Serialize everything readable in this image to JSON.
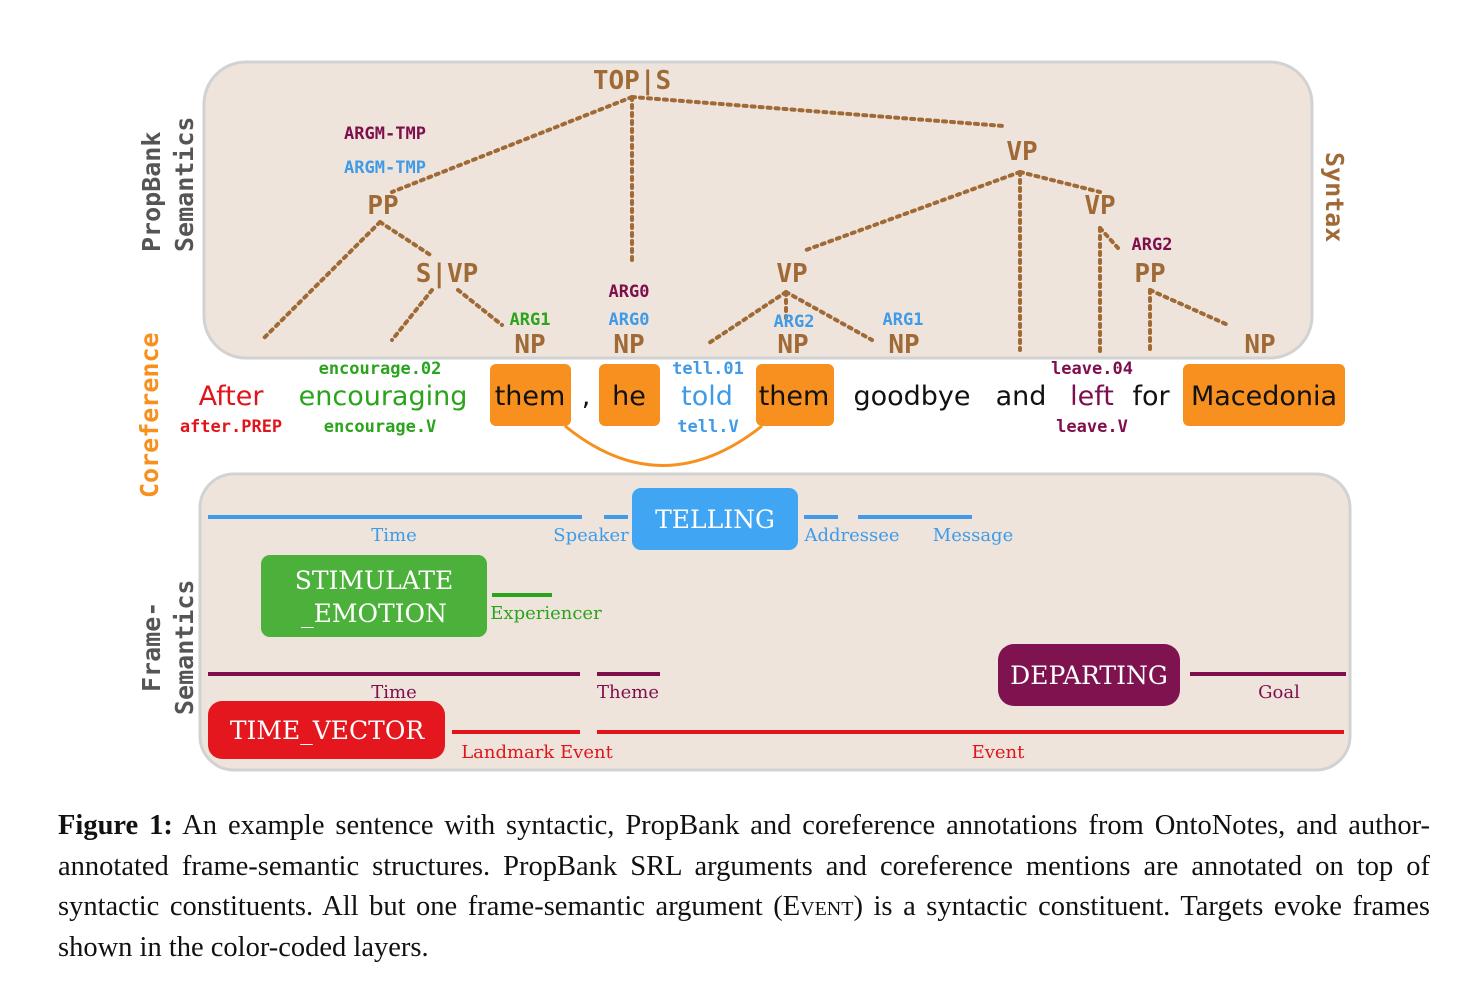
{
  "syntax": {
    "top": "TOP|S",
    "vp_main": "VP",
    "vp_inner": "VP",
    "pp": "PP",
    "svp": "S|VP",
    "np_them": "NP",
    "np_he": "NP",
    "vp_told": "VP",
    "np_them2": "NP",
    "np_goodbye": "NP",
    "pp_for": "PP",
    "np_macedonia": "NP",
    "side_label": "Syntax"
  },
  "propbank": {
    "side_label_line1": "PropBank",
    "side_label_line2": "Semantics",
    "argm_tmp_leave": "ARGM-TMP",
    "argm_tmp_tell": "ARGM-TMP",
    "arg1_them": "ARG1",
    "arg0_leave": "ARG0",
    "arg0_tell": "ARG0",
    "arg2_them": "ARG2",
    "arg1_goodbye": "ARG1",
    "arg2_for": "ARG2",
    "encourage_sense": "encourage.02",
    "tell_sense": "tell.01",
    "leave_sense": "leave.04"
  },
  "coreference": {
    "side_label": "Coreference"
  },
  "sentence": {
    "after": "After",
    "encouraging": "encouraging",
    "them": "them",
    "comma": ",",
    "he": "he",
    "told": "told",
    "them2": "them",
    "goodbye": "goodbye",
    "and": "and",
    "left": "left",
    "for": "for",
    "macedonia": "Macedonia"
  },
  "lexical_units": {
    "after": "after.PREP",
    "encourage": "encourage.V",
    "tell": "tell.V",
    "leave": "leave.V"
  },
  "frames": {
    "side_label_line1": "Frame-",
    "side_label_line2": "Semantics",
    "telling": "TELLING",
    "stimulate_line1": "STIMULATE",
    "stimulate_line2": "_EMOTION",
    "departing": "DEPARTING",
    "time_vector": "TIME_VECTOR",
    "fe_time_telling": "Time",
    "fe_speaker": "Speaker",
    "fe_addressee": "Addressee",
    "fe_message": "Message",
    "fe_experiencer": "Experiencer",
    "fe_time_departing": "Time",
    "fe_theme": "Theme",
    "fe_goal": "Goal",
    "fe_landmark_event": "Landmark Event",
    "fe_event": "Event"
  },
  "caption": {
    "label": "Figure 1:",
    "line1": "An example sentence with syntactic, PropBank and coreference annotations from OntoNotes, and author-annotated frame-semantic structures. PropBank SRL arguments and coreference mentions are annotated on top of syntactic constituents.  All but one frame-semantic argument (",
    "event_word": "Event",
    "line2": ") is a syntactic constituent. Targets evoke frames shown in the color-coded layers."
  },
  "colors": {
    "panel_fill": "#eee4db",
    "panel_border": "#cfcfcf",
    "syntax": "#a06a36",
    "argm_maroon": "#7f0e4d",
    "blue": "#3f9be8",
    "green": "#2aa41c",
    "red": "#e0141b",
    "orange": "#f7901e",
    "telling": "#40a6f3",
    "stimulate": "#4cb13a",
    "departing": "#7f1350",
    "time_vector": "#e3171d"
  }
}
